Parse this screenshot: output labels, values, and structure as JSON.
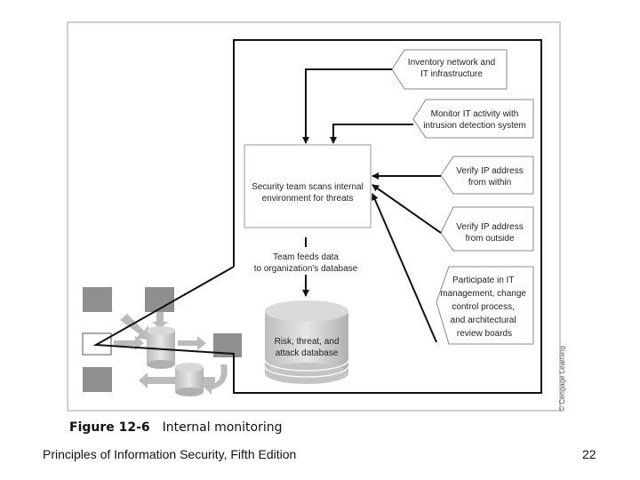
{
  "figure": {
    "caption_number": "Figure 12-6",
    "caption_title": "Internal monitoring",
    "credit": "© Cengage Learning",
    "center_box": [
      "Security team scans internal",
      "environment for threats"
    ],
    "feed_label": [
      "Team feeds data",
      "to organization's database"
    ],
    "database_label": [
      "Risk, threat, and",
      "attack database"
    ],
    "inputs": [
      {
        "lines": [
          "Inventory network and",
          "IT infrastructure"
        ]
      },
      {
        "lines": [
          "Monitor IT activity with",
          "intrusion detection system"
        ]
      },
      {
        "lines": [
          "Verify IP address",
          "from within"
        ]
      },
      {
        "lines": [
          "Verify IP address",
          "from outside"
        ]
      },
      {
        "lines": [
          "Participate in IT",
          "management, change",
          "control process,",
          "and architectural",
          "review boards"
        ]
      }
    ]
  },
  "footer": {
    "title": "Principles of Information Security, Fifth Edition",
    "page_number": "22"
  }
}
